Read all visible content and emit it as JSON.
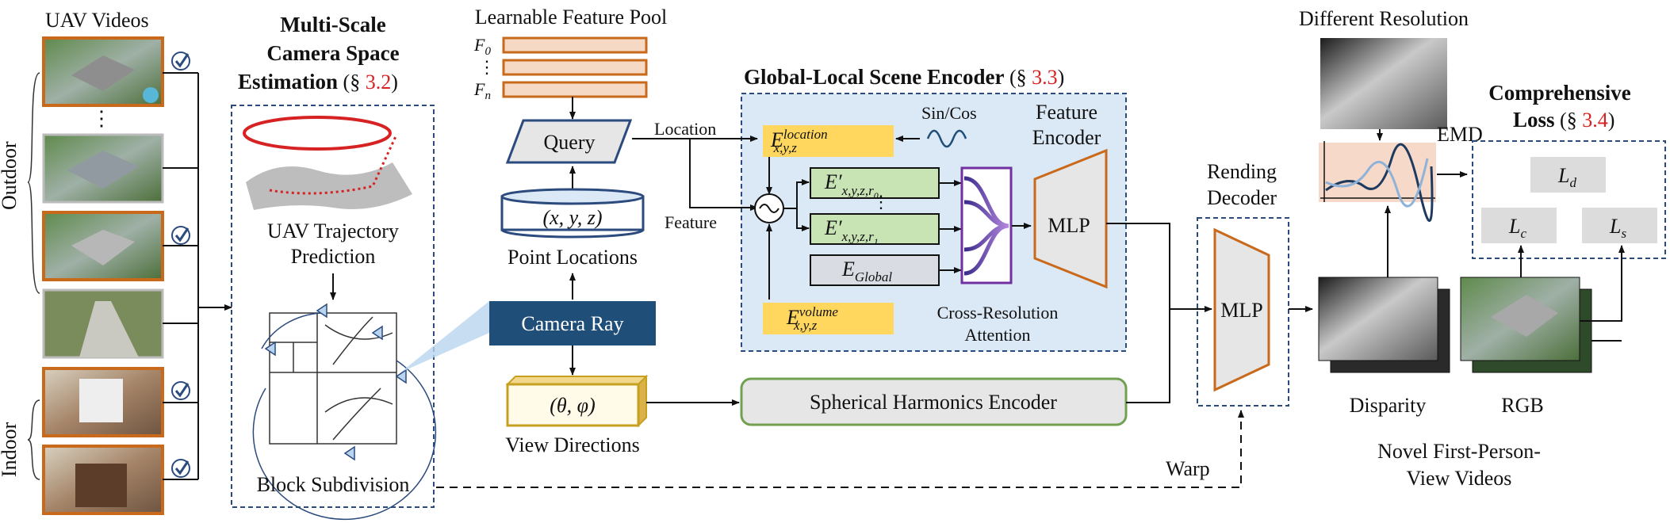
{
  "uav": {
    "title": "UAV Videos",
    "outdoor": "Outdoor",
    "indoor": "Indoor",
    "dots": "⋮"
  },
  "camera_space": {
    "title1": "Multi-Scale",
    "title2": "Camera Space",
    "title3": "Estimation",
    "section": "3.2",
    "traj1": "UAV Trajectory",
    "traj2": "Prediction",
    "block": "Block Subdivision"
  },
  "feature_pool": {
    "title": "Learnable Feature Pool",
    "f0": "F",
    "f0sub": "0",
    "fn": "F",
    "fnsub": "n"
  },
  "query": "Query",
  "point": {
    "label": "(x, y, z)",
    "caption": "Point Locations"
  },
  "camera_ray": "Camera Ray",
  "view": {
    "label": "(θ, φ)",
    "caption": "View Directions"
  },
  "encoder": {
    "title": "Global-Local Scene Encoder",
    "section": "3.3",
    "location": "Location",
    "feature": "Feature",
    "sincos": "Sin/Cos",
    "e_location": "E",
    "e_location_sup": "location",
    "e_location_sub": "x,y,z",
    "e_r0": "E′",
    "e_r0_sub": "x,y,z,r",
    "e_r0_idx": "0",
    "e_r1": "E′",
    "e_r1_sub": "x,y,z,r",
    "e_r1_idx": "1",
    "e_global": "E",
    "e_global_sub": "Global",
    "e_volume": "E",
    "e_volume_sup": "volume",
    "e_volume_sub": "x,y,z",
    "feature_encoder1": "Feature",
    "feature_encoder2": "Encoder",
    "mlp": "MLP",
    "attention1": "Cross-Resolution",
    "attention2": "Attention"
  },
  "spherical": "Spherical Harmonics Encoder",
  "decoder": {
    "title1": "Rending",
    "title2": "Decoder",
    "mlp": "MLP",
    "warp": "Warp"
  },
  "outputs": {
    "diff_res": "Different Resolution",
    "emd": "EMD",
    "disparity": "Disparity",
    "rgb": "RGB",
    "novel1": "Novel First-Person-",
    "novel2": "View Videos"
  },
  "loss": {
    "title1": "Comprehensive",
    "title2": "Loss",
    "section": "3.4",
    "ld": "L",
    "ld_sub": "d",
    "lc": "L",
    "lc_sub": "c",
    "ls": "L",
    "ls_sub": "s"
  },
  "section_symbol": "§",
  "colors": {
    "orange": "#c8691b",
    "blue": "#2b4a7e",
    "dark_blue": "#1f4e79",
    "yellow": "#ffd75e",
    "green": "#70a050",
    "purple": "#7030a0",
    "red": "#d62222"
  }
}
